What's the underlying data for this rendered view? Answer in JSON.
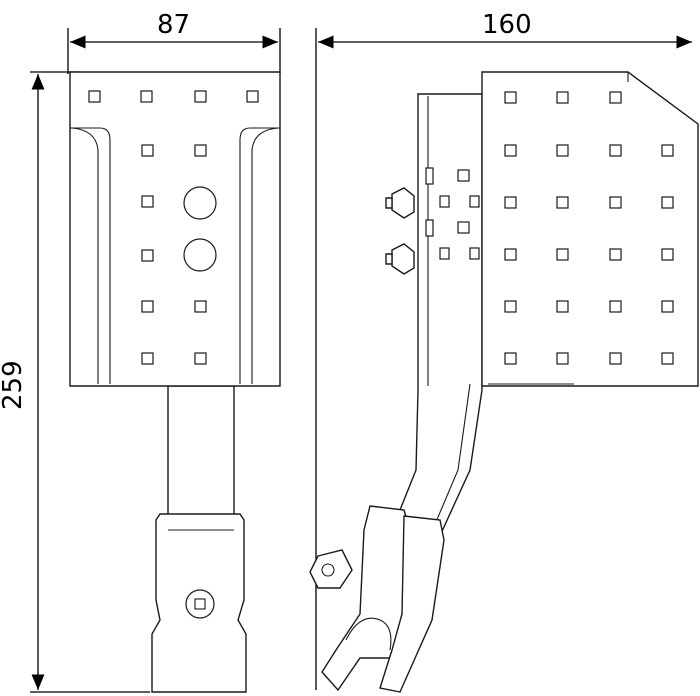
{
  "dimensions": {
    "width_front": "87",
    "width_side": "160",
    "height": "259"
  },
  "colors": {
    "line": "#1a1a1a",
    "background": "#ffffff"
  }
}
